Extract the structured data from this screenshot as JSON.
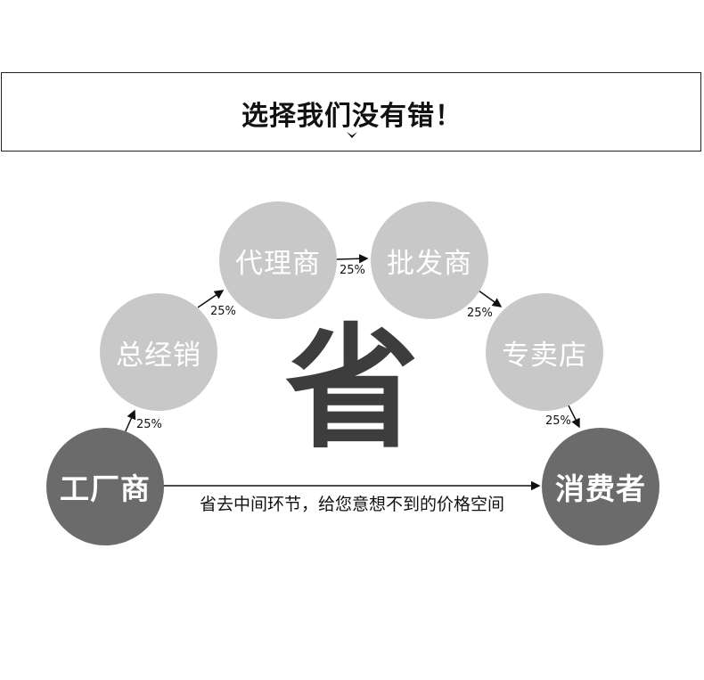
{
  "header": {
    "title": "选择我们没有错！"
  },
  "center_char": "省",
  "nodes": {
    "factory": "工厂商",
    "general_distributor": "总经销",
    "agent": "代理商",
    "wholesaler": "批发商",
    "store": "专卖店",
    "consumer": "消费者"
  },
  "markups": [
    "25%",
    "25%",
    "25%",
    "25%",
    "25%"
  ],
  "slogan": "省去中间环节，给您意想不到的价格空间",
  "colors": {
    "light_node": "#c8c8c8",
    "dark_node": "#6b6b6b",
    "center_char": "#3d3d3d"
  }
}
